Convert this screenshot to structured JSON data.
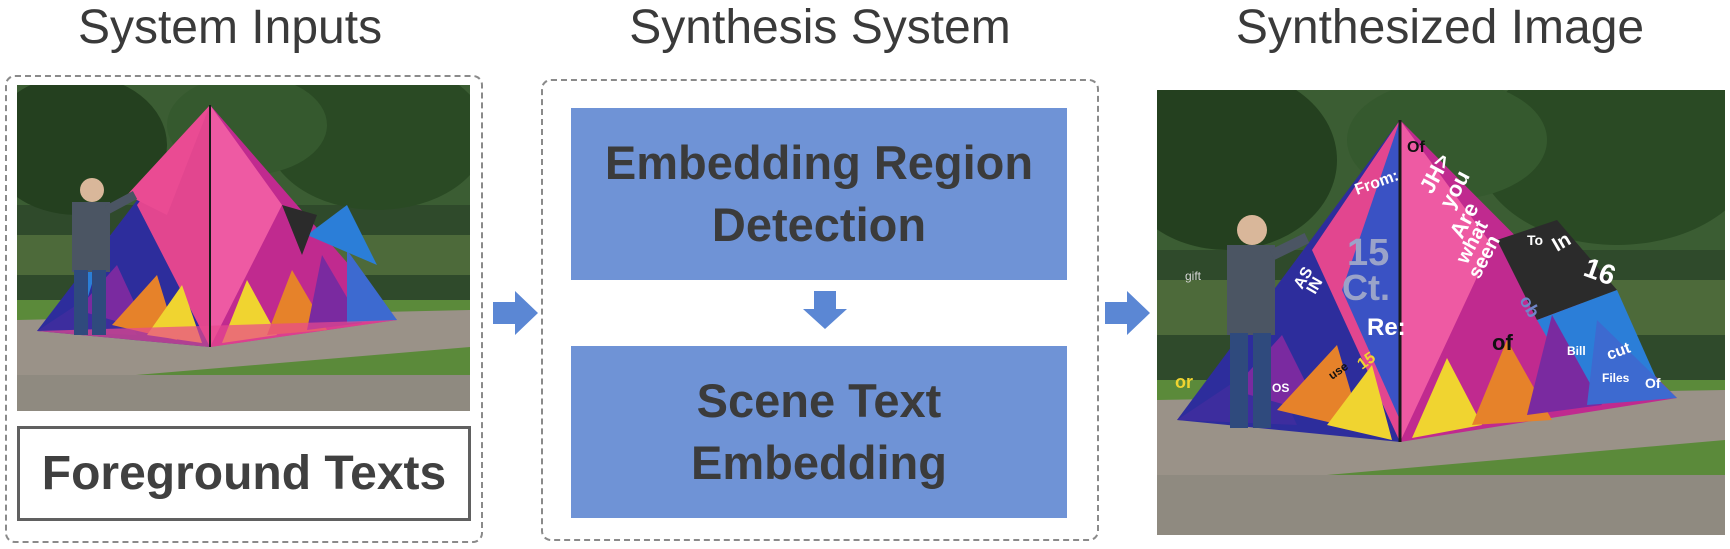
{
  "headings": {
    "inputs": "System Inputs",
    "synthesis": "Synthesis System",
    "output": "Synthesized Image"
  },
  "inputs": {
    "foreground_texts_label": "Foreground Texts"
  },
  "synthesis": {
    "step1_line1": "Embedding Region",
    "step1_line2": "Detection",
    "step2_line1": "Scene Text",
    "step2_line2": "Embedding"
  },
  "output_image_texts": {
    "from": "From:",
    "of_top": "Of",
    "jh": "JH>",
    "you": "you",
    "are": "Are",
    "what": "what",
    "seen": "seen",
    "fifteen": "15",
    "ct": "Ct.",
    "re": "Re:",
    "as": "AS",
    "in_lower": "IN",
    "to": "To",
    "in_right": "In",
    "sixteen": "16",
    "ob": "ob",
    "of_mid": "of",
    "bill": "Bill",
    "cut": "cut",
    "use": "use",
    "fifteen_small": "15",
    "files": "Files",
    "or": "or",
    "os": "OS",
    "of_right": "Of",
    "gift": "gift"
  },
  "colors": {
    "box_blue": "#6f93d6",
    "arrow_blue": "#5b87d4",
    "heading_gray": "#3a3a3a",
    "dash_gray": "#8a8a8a"
  }
}
